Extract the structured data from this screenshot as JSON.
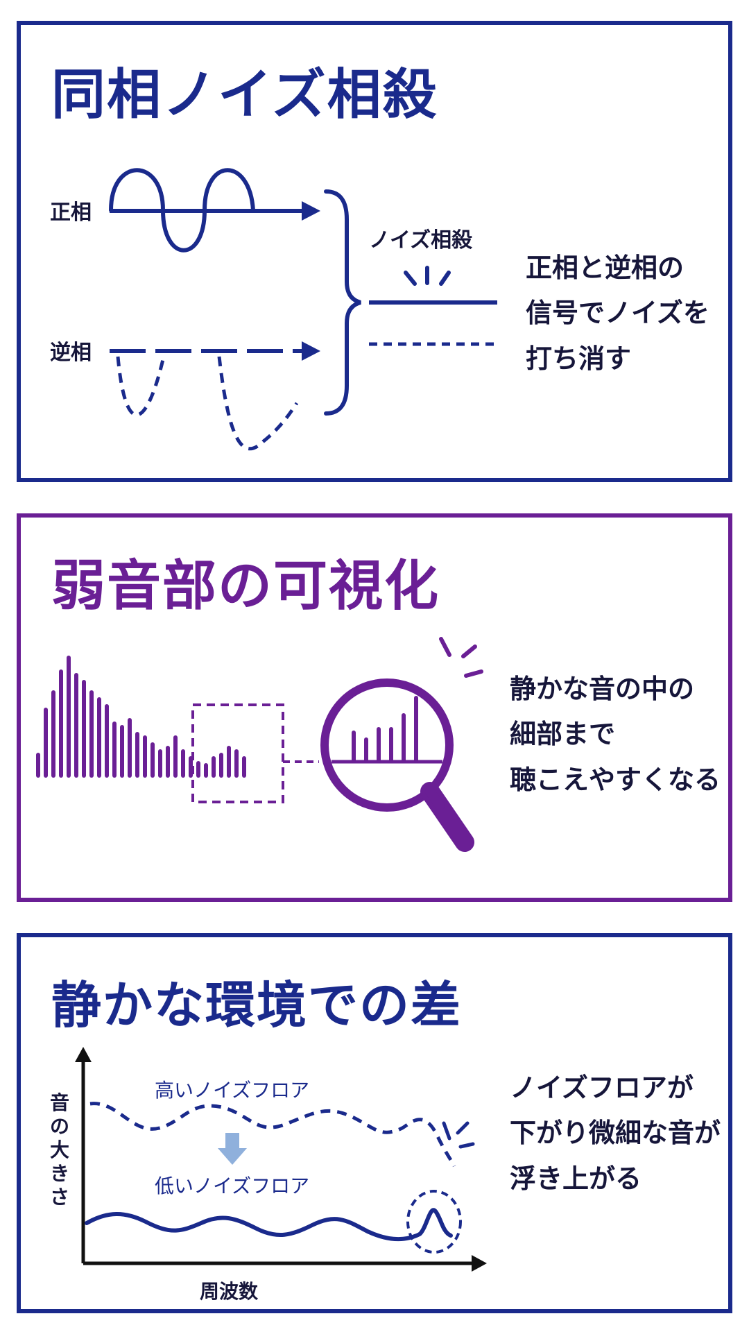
{
  "panel1": {
    "title": "同相ノイズ相殺",
    "label_positive": "正相",
    "label_negative": "逆相",
    "label_cancel": "ノイズ相殺",
    "description": [
      "正相と逆相の",
      "信号でノイズを",
      "打ち消す"
    ]
  },
  "panel2": {
    "title": "弱音部の可視化",
    "description": [
      "静かな音の中の",
      "細部まで",
      "聴こえやすくなる"
    ]
  },
  "panel3": {
    "title": "静かな環境での差",
    "y_axis_label": "音の大きさ",
    "x_axis_label": "周波数",
    "label_high_floor": "高いノイズフロア",
    "label_low_floor": "低いノイズフロア",
    "description": [
      "ノイズフロアが",
      "下がり微細な音が",
      "浮き上がる"
    ]
  },
  "colors": {
    "navy": "#1a2a8c",
    "purple": "#6a1f95",
    "text": "#16163a",
    "arrow_light_blue": "#8fb0dc"
  }
}
